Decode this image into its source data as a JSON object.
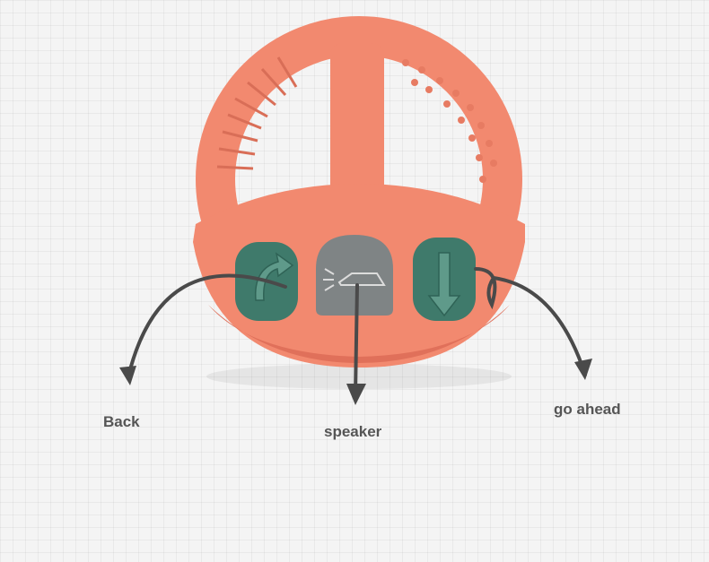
{
  "colors": {
    "toy_body": "#f2896f",
    "toy_shadow": "#e0705a",
    "button_green": "#3f7a6b",
    "button_grey": "#7f8485",
    "arrow_stroke": "#4a4a4a",
    "label_text": "#555555"
  },
  "toy": {
    "buttons": [
      {
        "icon": "curved-arrow-icon",
        "color": "green"
      },
      {
        "icon": "car-horn-icon",
        "color": "grey"
      },
      {
        "icon": "down-arrow-icon",
        "color": "green"
      }
    ]
  },
  "labels": {
    "back": "Back",
    "speaker": "speaker",
    "go_ahead": "go ahead"
  }
}
